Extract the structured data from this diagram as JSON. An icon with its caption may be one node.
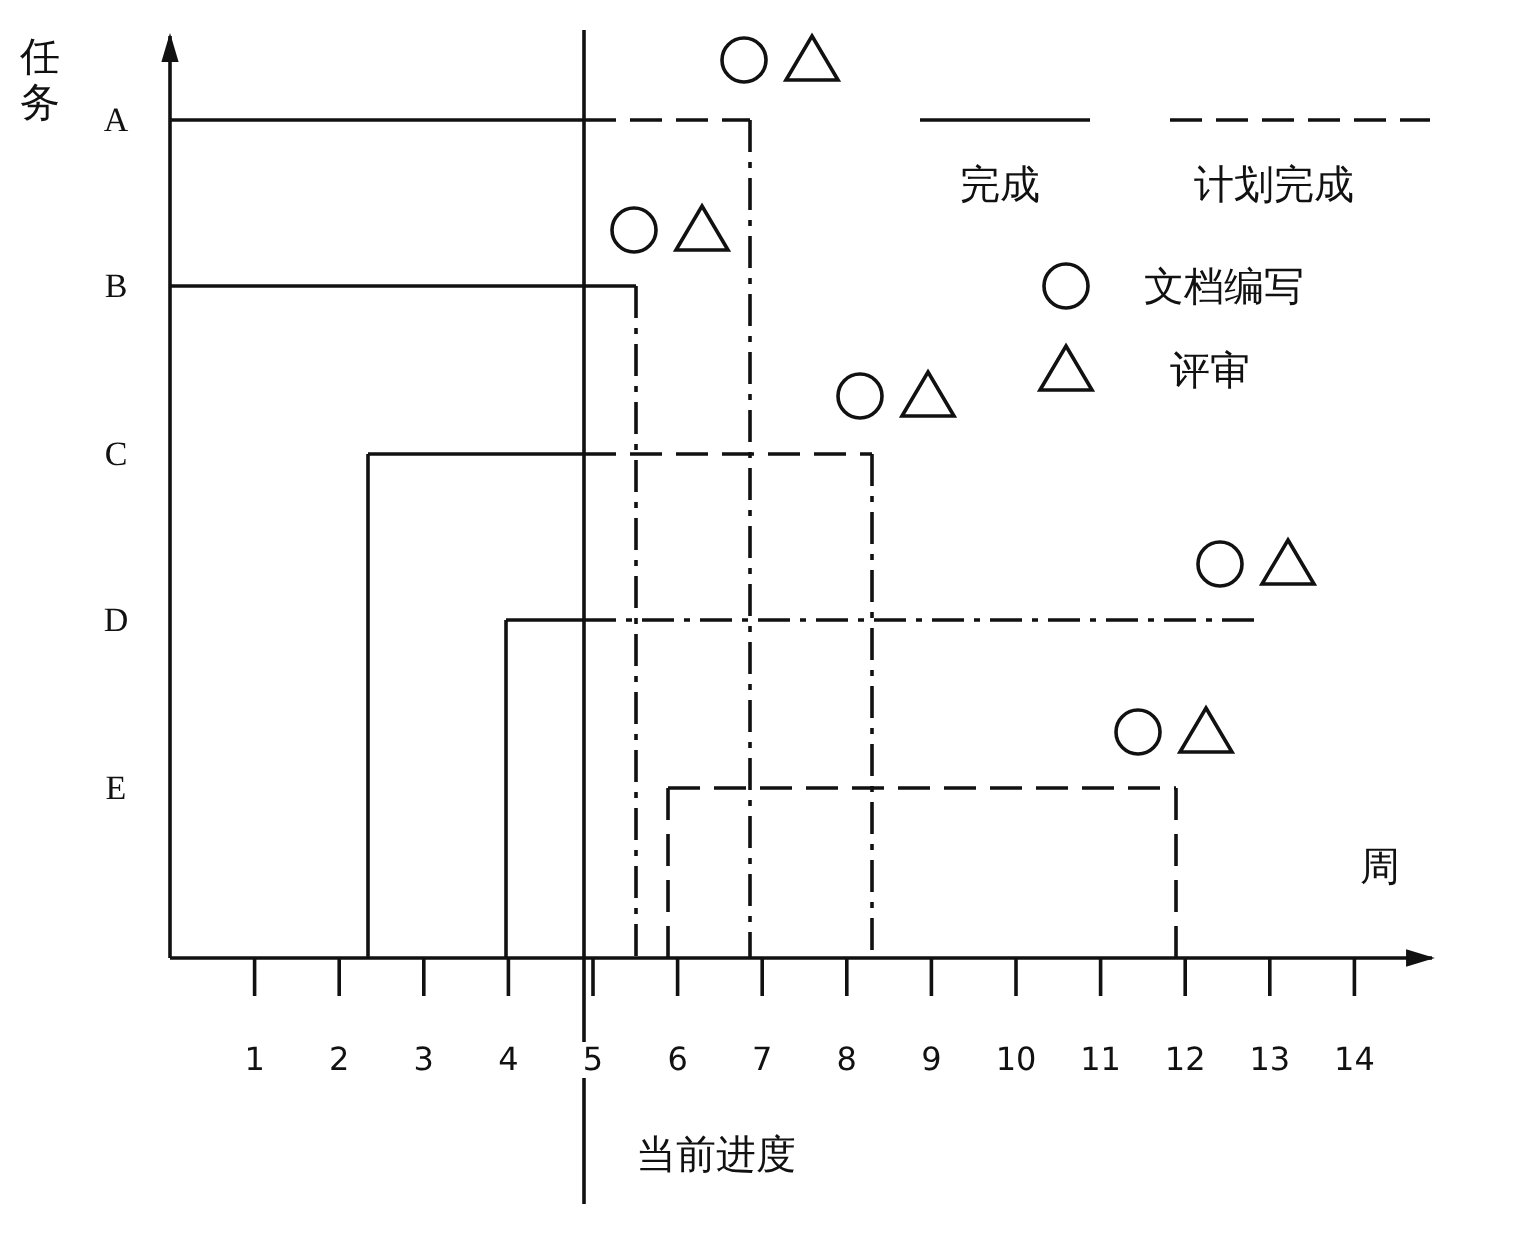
{
  "diagram": {
    "labels": [
      "任务",
      "A",
      "B",
      "C",
      "D",
      "E",
      "周",
      "1",
      "2",
      "3",
      "4",
      "5",
      "6",
      "7",
      "8",
      "9",
      "10",
      "11",
      "12",
      "13",
      "14",
      "当前进度"
    ],
    "legend": [
      {
        "text": "完成"
      },
      {
        "text": "计划完成"
      },
      {
        "text": "文档编写"
      },
      {
        "text": "评审"
      }
    ]
  }
}
